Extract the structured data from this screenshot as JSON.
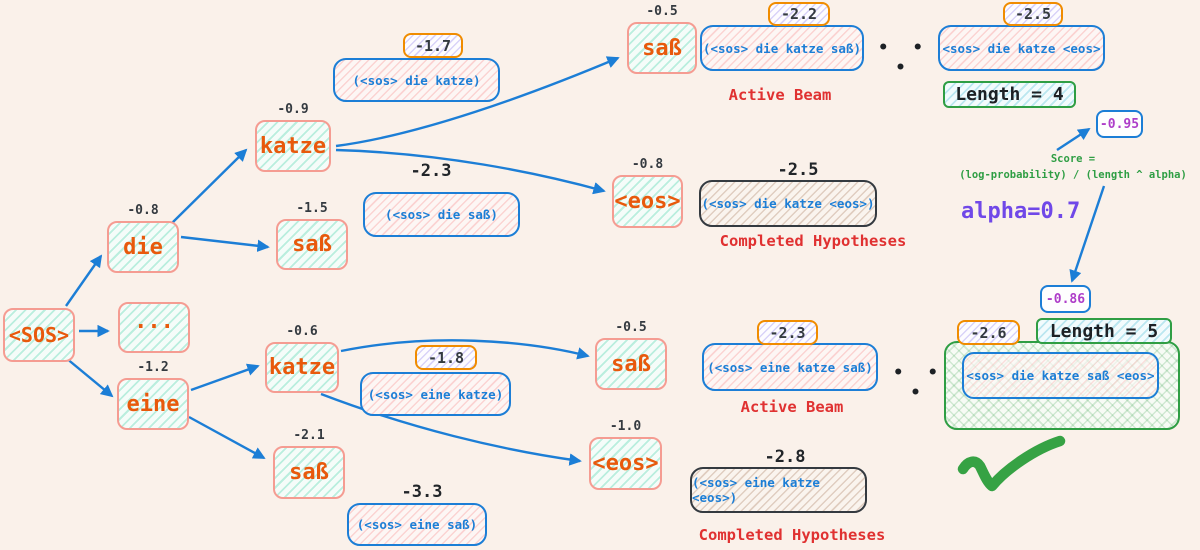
{
  "diagram_title": "beam-search-decoding-tree",
  "colors": {
    "background": "#faf1ea",
    "node_border": "#f59c92",
    "node_text": "#e8590c",
    "edge_blue": "#1c7ed6",
    "score_chip_border": "#f08c00",
    "completed_border": "#343a40",
    "green": "#2f9e44",
    "red_label": "#e03131",
    "alpha_purple": "#7048e8",
    "normalized_score_magenta": "#ae3ec9"
  },
  "nodes": {
    "sos": {
      "label": "<SOS>"
    },
    "dots": {
      "label": "···"
    },
    "die": {
      "label": "die",
      "logprob": "-0.8"
    },
    "eine": {
      "label": "eine",
      "logprob": "-1.2"
    },
    "katze_after_die": {
      "label": "katze",
      "logprob": "-0.9"
    },
    "sass_after_die": {
      "label": "saß",
      "logprob": "-1.5"
    },
    "sass_after_die_katze": {
      "label": "saß",
      "logprob": "-0.5"
    },
    "eos_after_die_katze": {
      "label": "<eos>",
      "logprob": "-0.8"
    },
    "katze_after_eine": {
      "label": "katze",
      "logprob": "-0.6"
    },
    "sass_after_eine": {
      "label": "saß",
      "logprob": "-2.1"
    },
    "sass_after_eine_katze": {
      "label": "saß",
      "logprob": "-0.5"
    },
    "eos_after_eine_katze": {
      "label": "<eos>",
      "logprob": "-1.0"
    }
  },
  "beams": {
    "die_katze": {
      "text": "(<sos> die katze)",
      "score": "-1.7"
    },
    "die_sass": {
      "text": "(<sos> die saß)",
      "score": "-2.3"
    },
    "die_katze_sass": {
      "text": "(<sos> die katze saß)",
      "score": "-2.2"
    },
    "die_katze_eos": {
      "text": "<sos> die katze <eos>",
      "score": "-2.5"
    },
    "eine_katze": {
      "text": "(<sos> eine katze)",
      "score": "-1.8"
    },
    "eine_sass": {
      "text": "(<sos> eine saß)",
      "score": "-3.3"
    },
    "eine_katze_sass": {
      "text": "(<sos> eine katze saß)",
      "score": "-2.3"
    }
  },
  "completed": {
    "die_katze_eos": {
      "text": "(<sos> die katze <eos>)",
      "score": "-2.5"
    },
    "eine_katze_eos": {
      "text": "(<sos> eine katze <eos>)",
      "score": "-2.8"
    }
  },
  "winner": {
    "text": "<sos> die katze saß <eos>",
    "score": "-2.6"
  },
  "annotations": {
    "active_beam_top": "Active Beam",
    "completed_top": "Completed Hypotheses",
    "active_beam_bottom": "Active Beam",
    "completed_bottom": "Completed Hypotheses",
    "length_top": "Length = 4",
    "length_bottom": "Length = 5",
    "ellipsis_top": "• • •",
    "ellipsis_bottom": "• • •",
    "score_formula_line1": "Score =",
    "score_formula_line2": "(log-probability) / (length ^ alpha)",
    "alpha": "alpha=0.7",
    "normalized_score_top": "-0.95",
    "normalized_score_bottom": "-0.86"
  }
}
